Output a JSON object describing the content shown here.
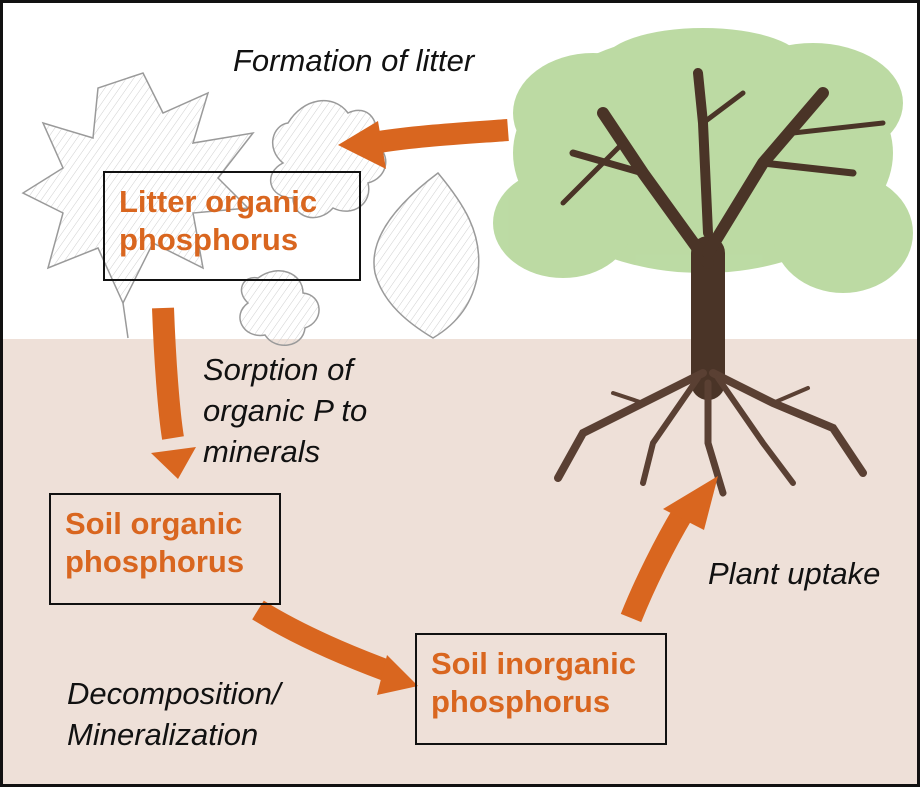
{
  "colors": {
    "arrow": "#d9661f",
    "box_text": "#d9661f",
    "soil": "#eee0d8",
    "canopy": "#b5d79a",
    "trunk": "#4a3427",
    "leaf_outline": "#9a9a9a"
  },
  "icons": {
    "leaves": "leaf-litter-drawing",
    "tree": "tree-with-roots-drawing"
  },
  "pools": {
    "litter": {
      "line1": "Litter organic",
      "line2": "phosphorus"
    },
    "soil_organic": {
      "line1": "Soil organic",
      "line2": "phosphorus"
    },
    "soil_inorganic": {
      "line1": "Soil inorganic",
      "line2": "phosphorus"
    }
  },
  "processes": {
    "formation": "Formation of litter",
    "sorption": {
      "line1": "Sorption of",
      "line2": "organic P to",
      "line3": "minerals"
    },
    "decomposition": {
      "line1": "Decomposition/",
      "line2": "Mineralization"
    },
    "uptake": "Plant uptake"
  }
}
